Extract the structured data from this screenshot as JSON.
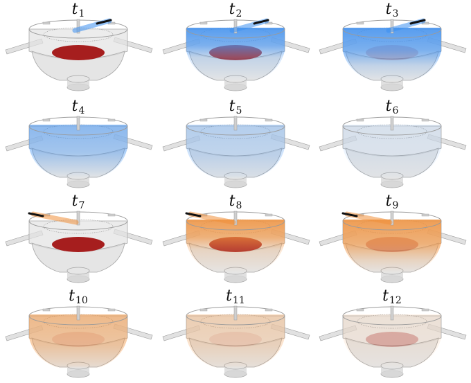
{
  "panels": [
    {
      "t": "t",
      "sub": "1",
      "fluid": "none",
      "tint": "none",
      "level": 0.1,
      "probe": "right",
      "plate": 1.0
    },
    {
      "t": "t",
      "sub": "2",
      "fluid": "cold",
      "tint": "strong",
      "level": 0.55,
      "probe": "right",
      "plate": 0.85
    },
    {
      "t": "t",
      "sub": "3",
      "fluid": "cold",
      "tint": "strong",
      "level": 0.7,
      "probe": "right",
      "plate": 0.25
    },
    {
      "t": "t",
      "sub": "4",
      "fluid": "cold",
      "tint": "medium",
      "level": 0.85,
      "probe": "none",
      "plate": 0.0
    },
    {
      "t": "t",
      "sub": "5",
      "fluid": "cold",
      "tint": "light",
      "level": 0.95,
      "probe": "none",
      "plate": 0.0
    },
    {
      "t": "t",
      "sub": "6",
      "fluid": "cold",
      "tint": "faint",
      "level": 0.95,
      "probe": "none",
      "plate": 0.0
    },
    {
      "t": "t",
      "sub": "7",
      "fluid": "hot",
      "tint": "none",
      "level": 0.1,
      "probe": "left",
      "plate": 1.0
    },
    {
      "t": "t",
      "sub": "8",
      "fluid": "hot",
      "tint": "strong",
      "level": 0.55,
      "probe": "left",
      "plate": 0.9
    },
    {
      "t": "t",
      "sub": "9",
      "fluid": "hot",
      "tint": "strong",
      "level": 0.75,
      "probe": "left",
      "plate": 0.45
    },
    {
      "t": "t",
      "sub": "10",
      "fluid": "hot",
      "tint": "medium",
      "level": 0.95,
      "probe": "none",
      "plate": 0.15
    },
    {
      "t": "t",
      "sub": "11",
      "fluid": "hot",
      "tint": "light",
      "level": 0.95,
      "probe": "none",
      "plate": 0.1
    },
    {
      "t": "t",
      "sub": "12",
      "fluid": "hot",
      "tint": "faint",
      "level": 0.95,
      "probe": "none",
      "plate": 0.3
    }
  ],
  "colors": {
    "cold": "#3d8ff0",
    "hot": "#f0903a",
    "plate": "#a61e1e",
    "vessel": "#c8c8c8",
    "probe": "#111111"
  }
}
